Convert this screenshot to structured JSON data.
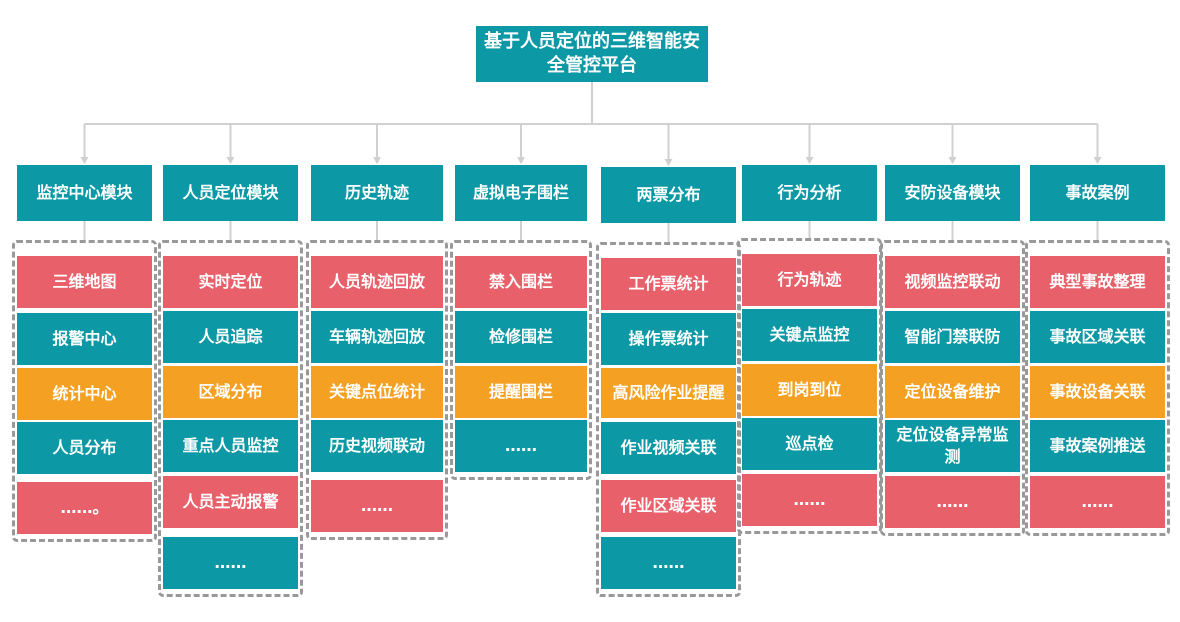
{
  "colors": {
    "teal": "#0c98a4",
    "red": "#e8606a",
    "orange": "#f4a023",
    "line": "#d0d0d0",
    "dash": "#999999"
  },
  "root": {
    "title": "基于人员定位的三维智能安全管控平台"
  },
  "modules": [
    {
      "title": "监控中心模块",
      "items": [
        {
          "text": "三维地图",
          "color": "red"
        },
        {
          "text": "报警中心",
          "color": "teal"
        },
        {
          "text": "统计中心",
          "color": "orange"
        },
        {
          "text": "人员分布",
          "color": "teal"
        },
        {
          "text": "……。",
          "color": "red"
        }
      ]
    },
    {
      "title": "人员定位模块",
      "items": [
        {
          "text": "实时定位",
          "color": "red"
        },
        {
          "text": "人员追踪",
          "color": "teal"
        },
        {
          "text": "区域分布",
          "color": "orange"
        },
        {
          "text": "重点人员监控",
          "color": "teal"
        },
        {
          "text": "人员主动报警",
          "color": "red"
        },
        {
          "text": "……",
          "color": "teal"
        }
      ]
    },
    {
      "title": "历史轨迹",
      "items": [
        {
          "text": "人员轨迹回放",
          "color": "red"
        },
        {
          "text": "车辆轨迹回放",
          "color": "teal"
        },
        {
          "text": "关键点位统计",
          "color": "orange"
        },
        {
          "text": "历史视频联动",
          "color": "teal"
        },
        {
          "text": "……",
          "color": "red"
        }
      ]
    },
    {
      "title": "虚拟电子围栏",
      "items": [
        {
          "text": "禁入围栏",
          "color": "red"
        },
        {
          "text": "检修围栏",
          "color": "teal"
        },
        {
          "text": "提醒围栏",
          "color": "orange"
        },
        {
          "text": "……",
          "color": "teal"
        }
      ]
    },
    {
      "title": "两票分布",
      "items": [
        {
          "text": "工作票统计",
          "color": "red"
        },
        {
          "text": "操作票统计",
          "color": "teal"
        },
        {
          "text": "高风险作业提醒",
          "color": "orange"
        },
        {
          "text": "作业视频关联",
          "color": "teal"
        },
        {
          "text": "作业区域关联",
          "color": "red"
        },
        {
          "text": "……",
          "color": "teal"
        }
      ]
    },
    {
      "title": "行为分析",
      "items": [
        {
          "text": "行为轨迹",
          "color": "red"
        },
        {
          "text": "关键点监控",
          "color": "teal"
        },
        {
          "text": "到岗到位",
          "color": "orange"
        },
        {
          "text": "巡点检",
          "color": "teal"
        },
        {
          "text": "……",
          "color": "red"
        }
      ]
    },
    {
      "title": "安防设备模块",
      "items": [
        {
          "text": "视频监控联动",
          "color": "red"
        },
        {
          "text": "智能门禁联防",
          "color": "teal"
        },
        {
          "text": "定位设备维护",
          "color": "orange"
        },
        {
          "text": "定位设备异常监测",
          "color": "teal"
        },
        {
          "text": "……",
          "color": "red"
        }
      ]
    },
    {
      "title": "事故案例",
      "items": [
        {
          "text": "典型事故整理",
          "color": "red"
        },
        {
          "text": "事故区域关联",
          "color": "teal"
        },
        {
          "text": "事故设备关联",
          "color": "orange"
        },
        {
          "text": "事故案例推送",
          "color": "teal"
        },
        {
          "text": "……",
          "color": "red"
        }
      ]
    }
  ]
}
